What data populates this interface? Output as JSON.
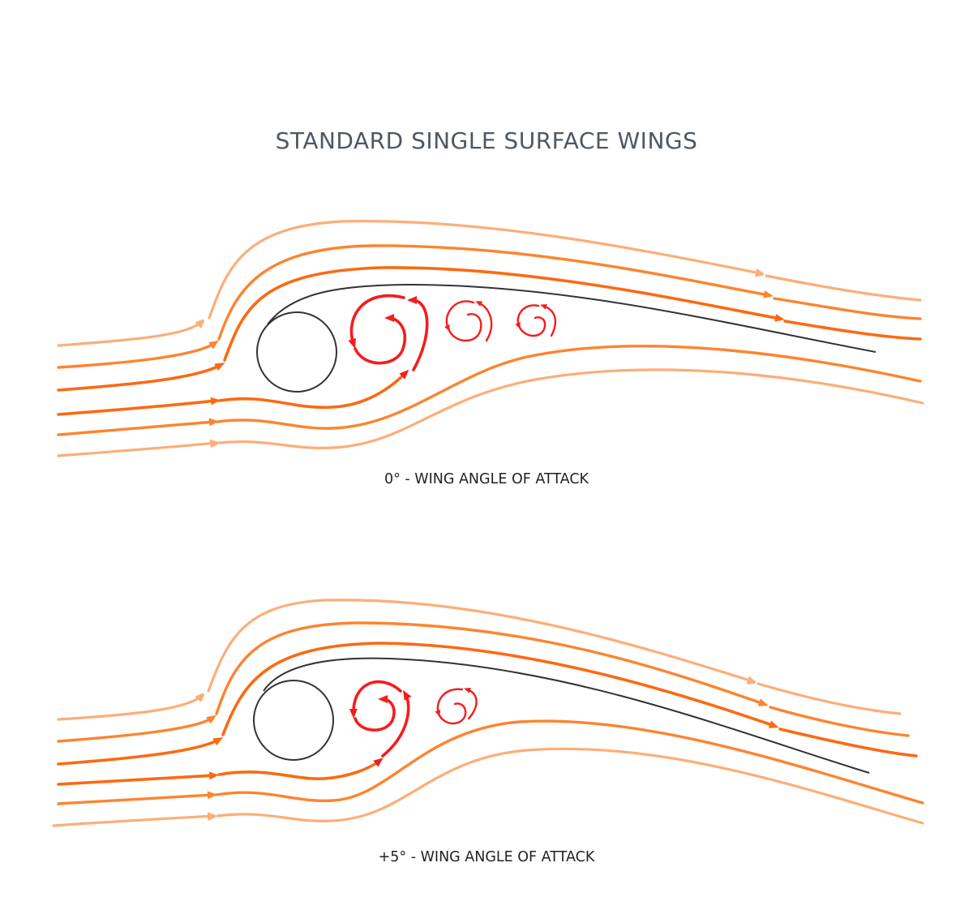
{
  "title": "STANDARD SINGLE SURFACE WINGS",
  "diagrams": [
    {
      "caption": "0° - WING ANGLE OF ATTACK",
      "angle_deg": 0,
      "vortex_count": 3
    },
    {
      "caption": "+5° - WING ANGLE OF ATTACK",
      "angle_deg": 5,
      "vortex_count": 2
    }
  ],
  "colors": {
    "light": "#fcae78",
    "mid": "#fd842f",
    "strong": "#fb6a12",
    "vortex": "#f51c1c",
    "wing": "#333333",
    "title": "#4f5862"
  }
}
